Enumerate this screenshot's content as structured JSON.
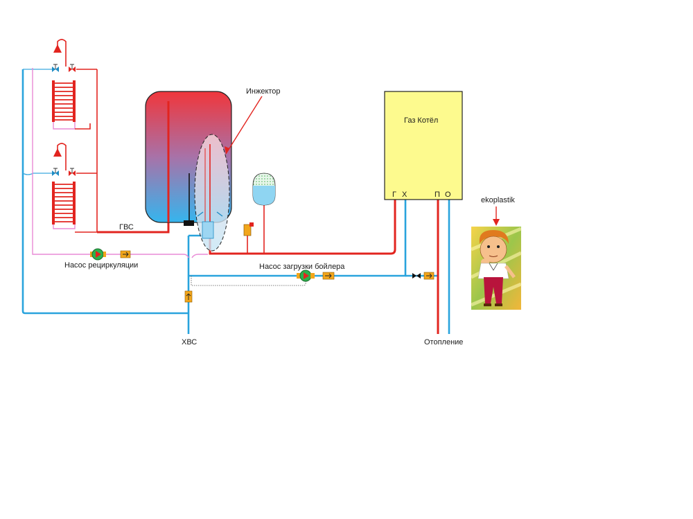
{
  "labels": {
    "injector": "Инжектор",
    "gas_boiler": "Газ Котёл",
    "port_g": "Г",
    "port_x": "Х",
    "port_p": "П",
    "port_o": "О",
    "gvs": "ГВС",
    "hvs": "ХВС",
    "recirc_pump": "Насос рециркуляции",
    "boiler_pump": "Насос загрузки бойлера",
    "heating": "Отопление",
    "brand": "ekoplastik"
  },
  "colors": {
    "hot_water": "#e2241f",
    "cold_water": "#29a3dd",
    "recirculation": "#e98ad6",
    "boiler_body": "#fdfa8e",
    "pump": "#2bb24c",
    "filter": "#f2a61c"
  },
  "icons": [
    "shower-icon",
    "valve-icon",
    "radiator-icon",
    "pump-icon",
    "filter-icon",
    "expansion-tank-icon",
    "safety-valve-icon",
    "character-illustration"
  ]
}
